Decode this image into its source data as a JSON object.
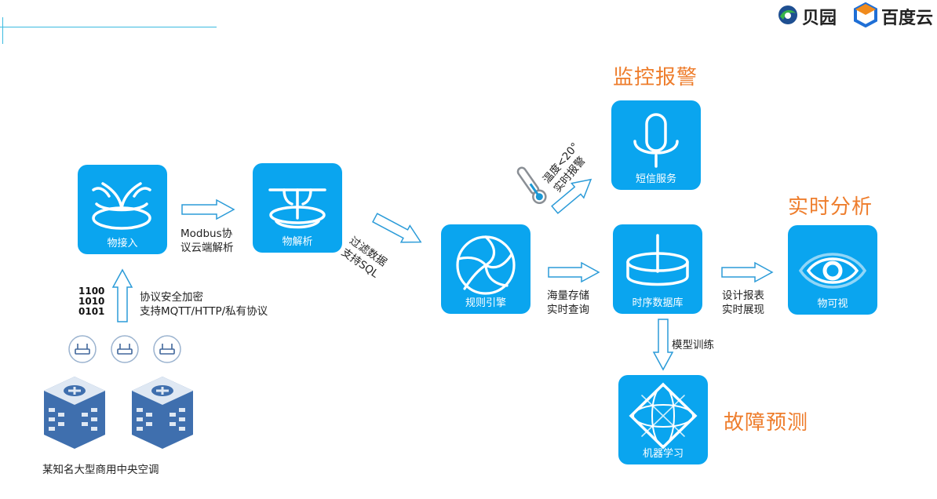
{
  "logos": {
    "beiyuan": "贝园",
    "baidu_cloud": "百度云"
  },
  "headings": {
    "alarm": "监控报警",
    "realtime_analysis": "实时分析",
    "fault_prediction": "故障预测"
  },
  "tiles": {
    "device_access": "物接入",
    "device_parse": "物解析",
    "rule_engine": "规则引擎",
    "sms_service": "短信服务",
    "tsdb": "时序数据库",
    "visualization": "物可视",
    "machine_learning": "机器学习"
  },
  "notes": {
    "modbus_line1": "Modbus协",
    "modbus_line2": "议云端解析",
    "filter_line1": "过滤数据",
    "filter_line2": "支持SQL",
    "temp_line1": "温度<20°",
    "temp_line2": "实时报警",
    "storage_line1": "海量存储",
    "storage_line2": "实时查询",
    "report_line1": "设计报表",
    "report_line2": "实时展现",
    "model_training": "模型训练",
    "protocol_line1": "协议安全加密",
    "protocol_line2": "支持MQTT/HTTP/私有协议",
    "ac_caption": "某知名大型商用中央空调"
  },
  "binary": [
    "1100",
    "1010",
    "0101"
  ],
  "colors": {
    "tile_blue": "#0aa5ef",
    "heading_orange": "#ee7d2c",
    "accent_line": "#3bbbe0",
    "arrow_stroke": "#2b9bd8"
  },
  "icons": {
    "device_access": "satellite-dish-icon",
    "device_parse": "parser-icon",
    "rule_engine": "aperture-icon",
    "sms_service": "microphone-icon",
    "tsdb": "database-disc-icon",
    "visualization": "eye-icon",
    "machine_learning": "diamond-globe-icon",
    "thermometer": "thermometer-icon",
    "gateway": "router-icon",
    "ac_unit": "ac-unit-icon"
  }
}
